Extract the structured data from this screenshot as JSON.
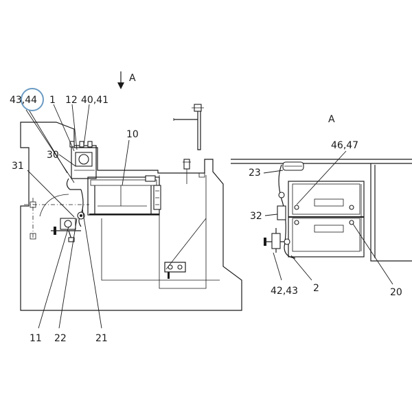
{
  "view": {
    "arrow_label": "A",
    "section_title": "A"
  },
  "callouts": {
    "c_43_44": "43,44",
    "c_1": "1",
    "c_12": "12",
    "c_40_41": "40,41",
    "c_30": "30",
    "c_10": "10",
    "c_31": "31",
    "c_11": "11",
    "c_22": "22",
    "c_21": "21",
    "c_46_47": "46,47",
    "c_23": "23",
    "c_32": "32",
    "c_42_43": "42,43",
    "c_2": "2",
    "c_20": "20"
  },
  "highlight": {
    "target": "43,44",
    "color": "#6b9bc3"
  },
  "colors": {
    "line": "#1a1a1a",
    "background": "#ffffff"
  }
}
